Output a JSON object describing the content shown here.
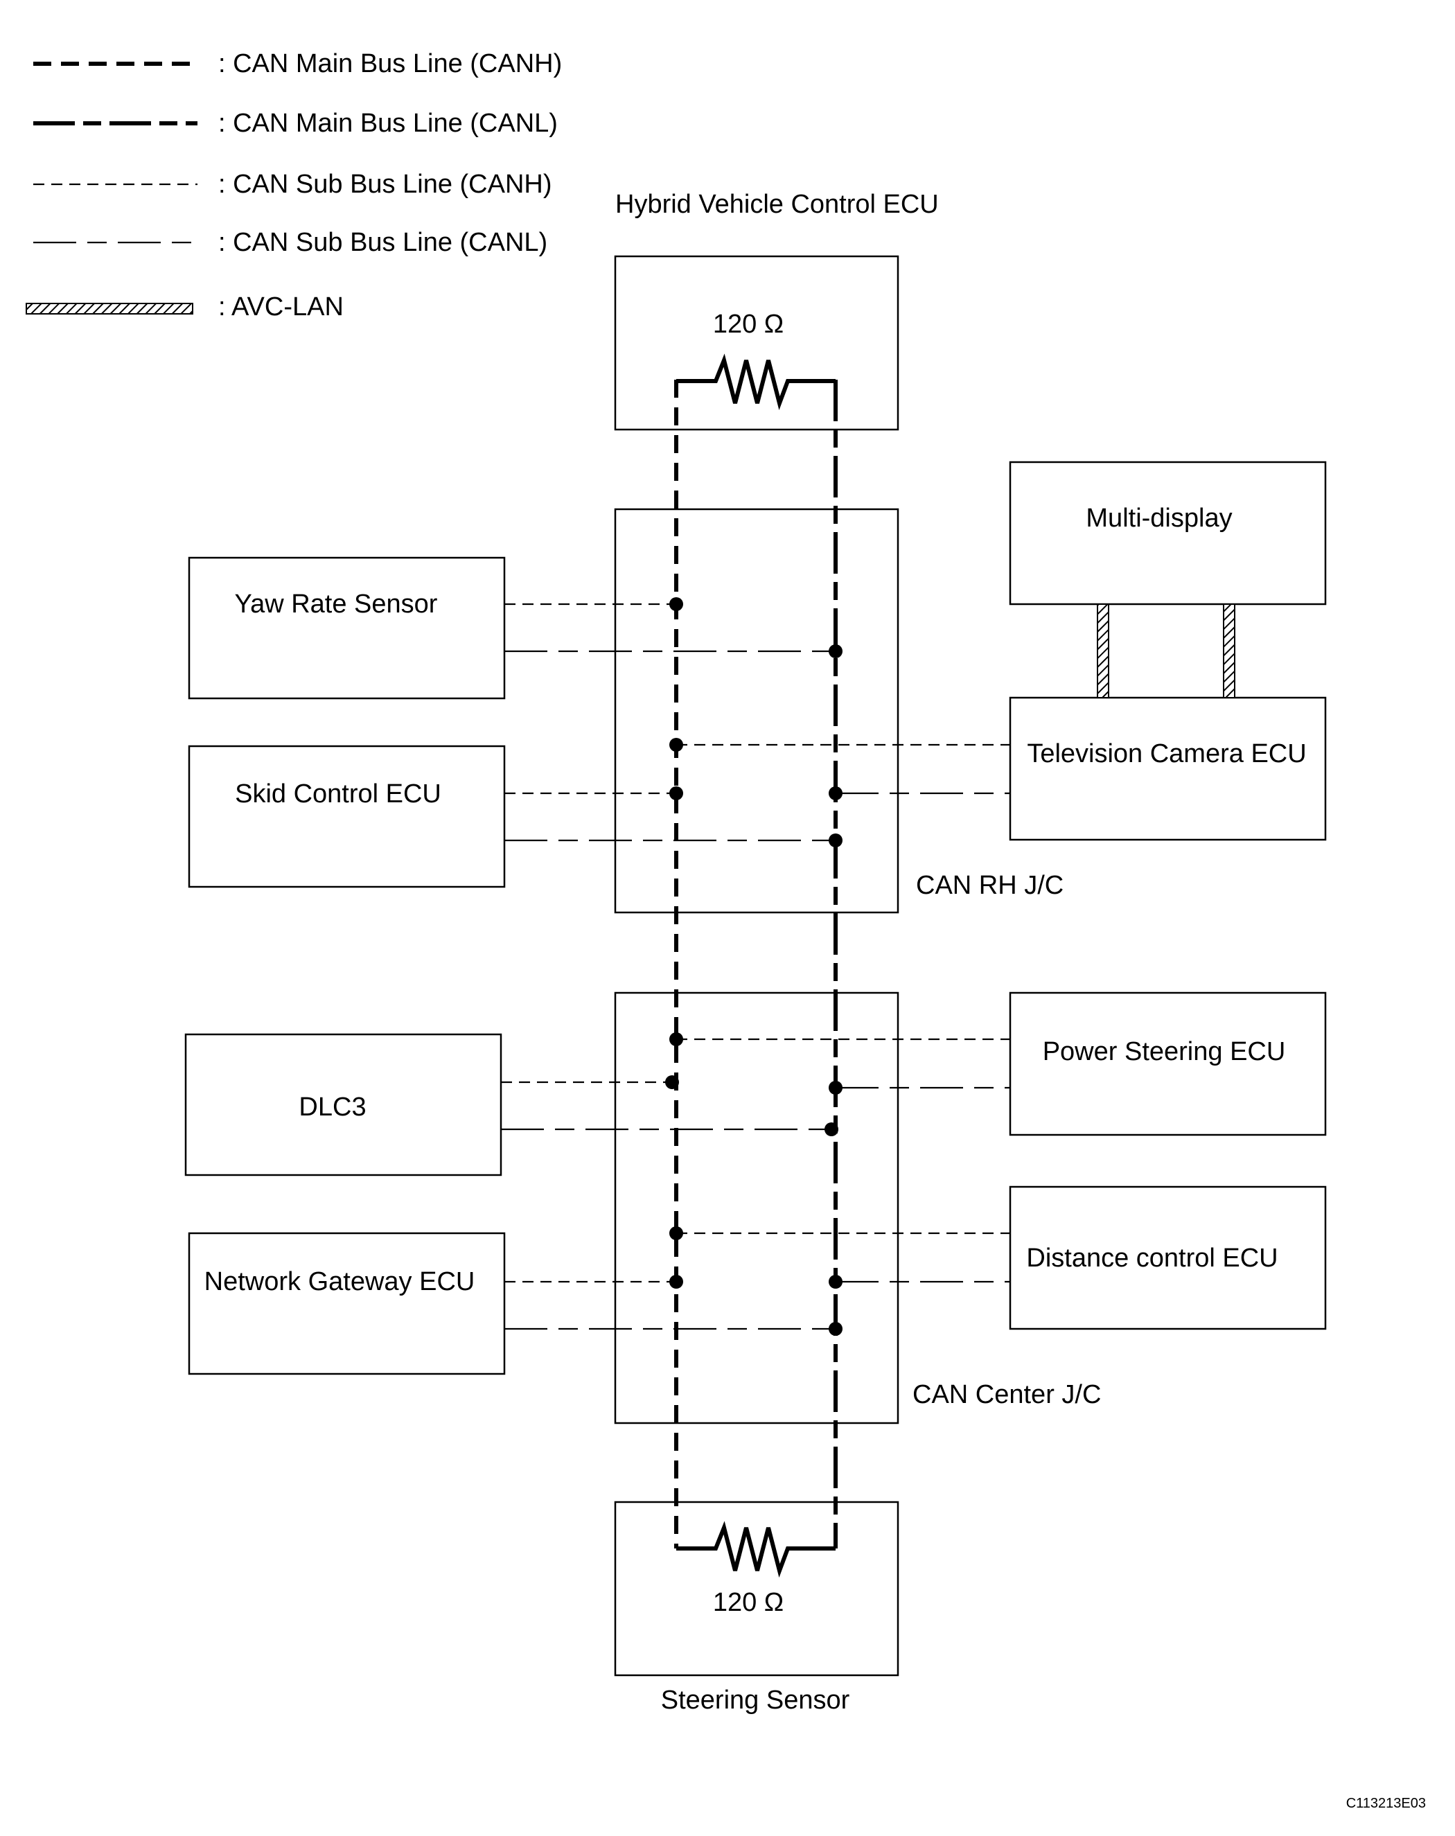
{
  "legend": {
    "can_main_h": ": CAN Main Bus Line (CANH)",
    "can_main_l": ": CAN Main Bus Line (CANL)",
    "can_sub_h": ": CAN Sub Bus Line (CANH)",
    "can_sub_l": ": CAN Sub Bus Line (CANL)",
    "avc_lan": ": AVC-LAN"
  },
  "components": {
    "hybrid_ecu": "Hybrid Vehicle Control ECU",
    "yaw_rate": "Yaw Rate Sensor",
    "skid_control": "Skid Control ECU",
    "dlc3": "DLC3",
    "network_gateway": "Network Gateway ECU",
    "multi_display": "Multi-display",
    "tv_camera": "Television Camera ECU",
    "power_steering": "Power Steering ECU",
    "distance_control": "Distance control ECU",
    "steering_sensor": "Steering Sensor",
    "can_rh_jc": "CAN RH J/C",
    "can_center_jc": "CAN Center J/C"
  },
  "resistors": {
    "top": "120 Ω",
    "bottom": "120 Ω"
  },
  "figure_code": "C113213E03"
}
